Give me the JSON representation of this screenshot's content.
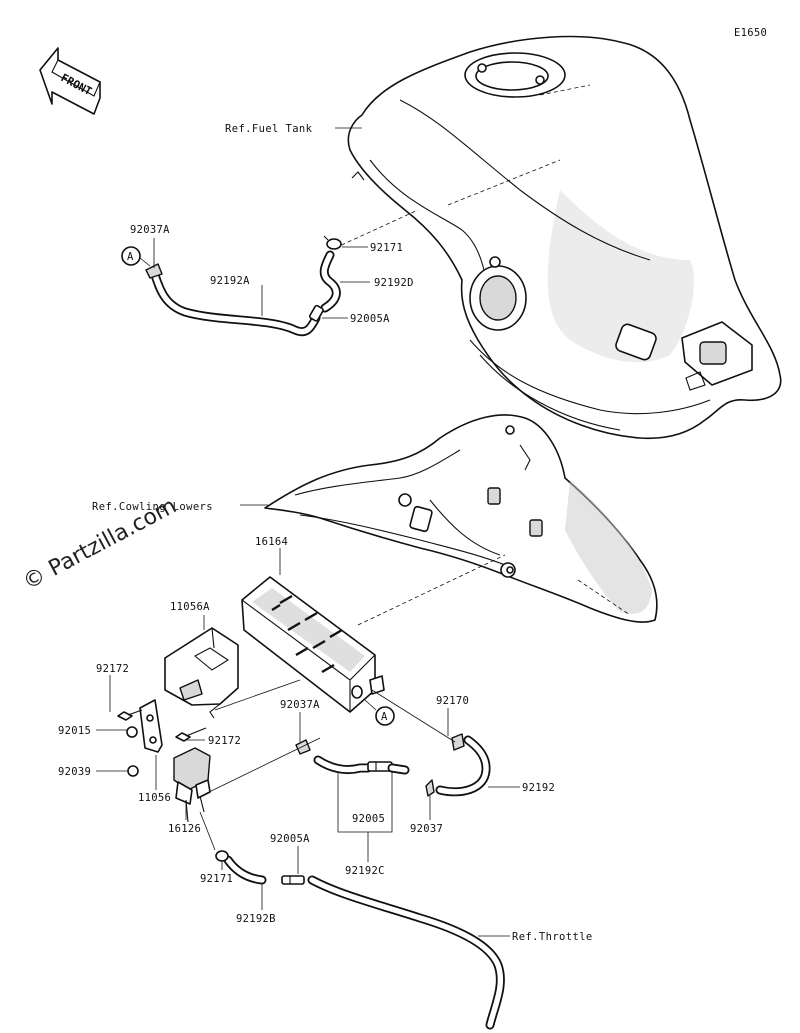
{
  "diagram_code": "E1650",
  "watermark": "© Partzilla.com",
  "front_label": "FRONT",
  "refs": {
    "fuel_tank": "Ref.Fuel Tank",
    "cowling_lowers": "Ref.Cowling Lowers",
    "throttle": "Ref.Throttle"
  },
  "callout_a": "A",
  "parts": {
    "p16164": "16164",
    "p11056A": "11056A",
    "p11056": "11056",
    "p16126": "16126",
    "p92015": "92015",
    "p92039": "92039",
    "p92172_top": "92172",
    "p92172_mid": "92172",
    "p92037A_top": "92037A",
    "p92037A_mid": "92037A",
    "p92192A": "92192A",
    "p92171_top": "92171",
    "p92192D": "92192D",
    "p92005A_top": "92005A",
    "p92170": "92170",
    "p92192": "92192",
    "p92005": "92005",
    "p92037": "92037",
    "p92192C": "92192C",
    "p92005A_bot": "92005A",
    "p92171_bot": "92171",
    "p92192B": "92192B"
  }
}
